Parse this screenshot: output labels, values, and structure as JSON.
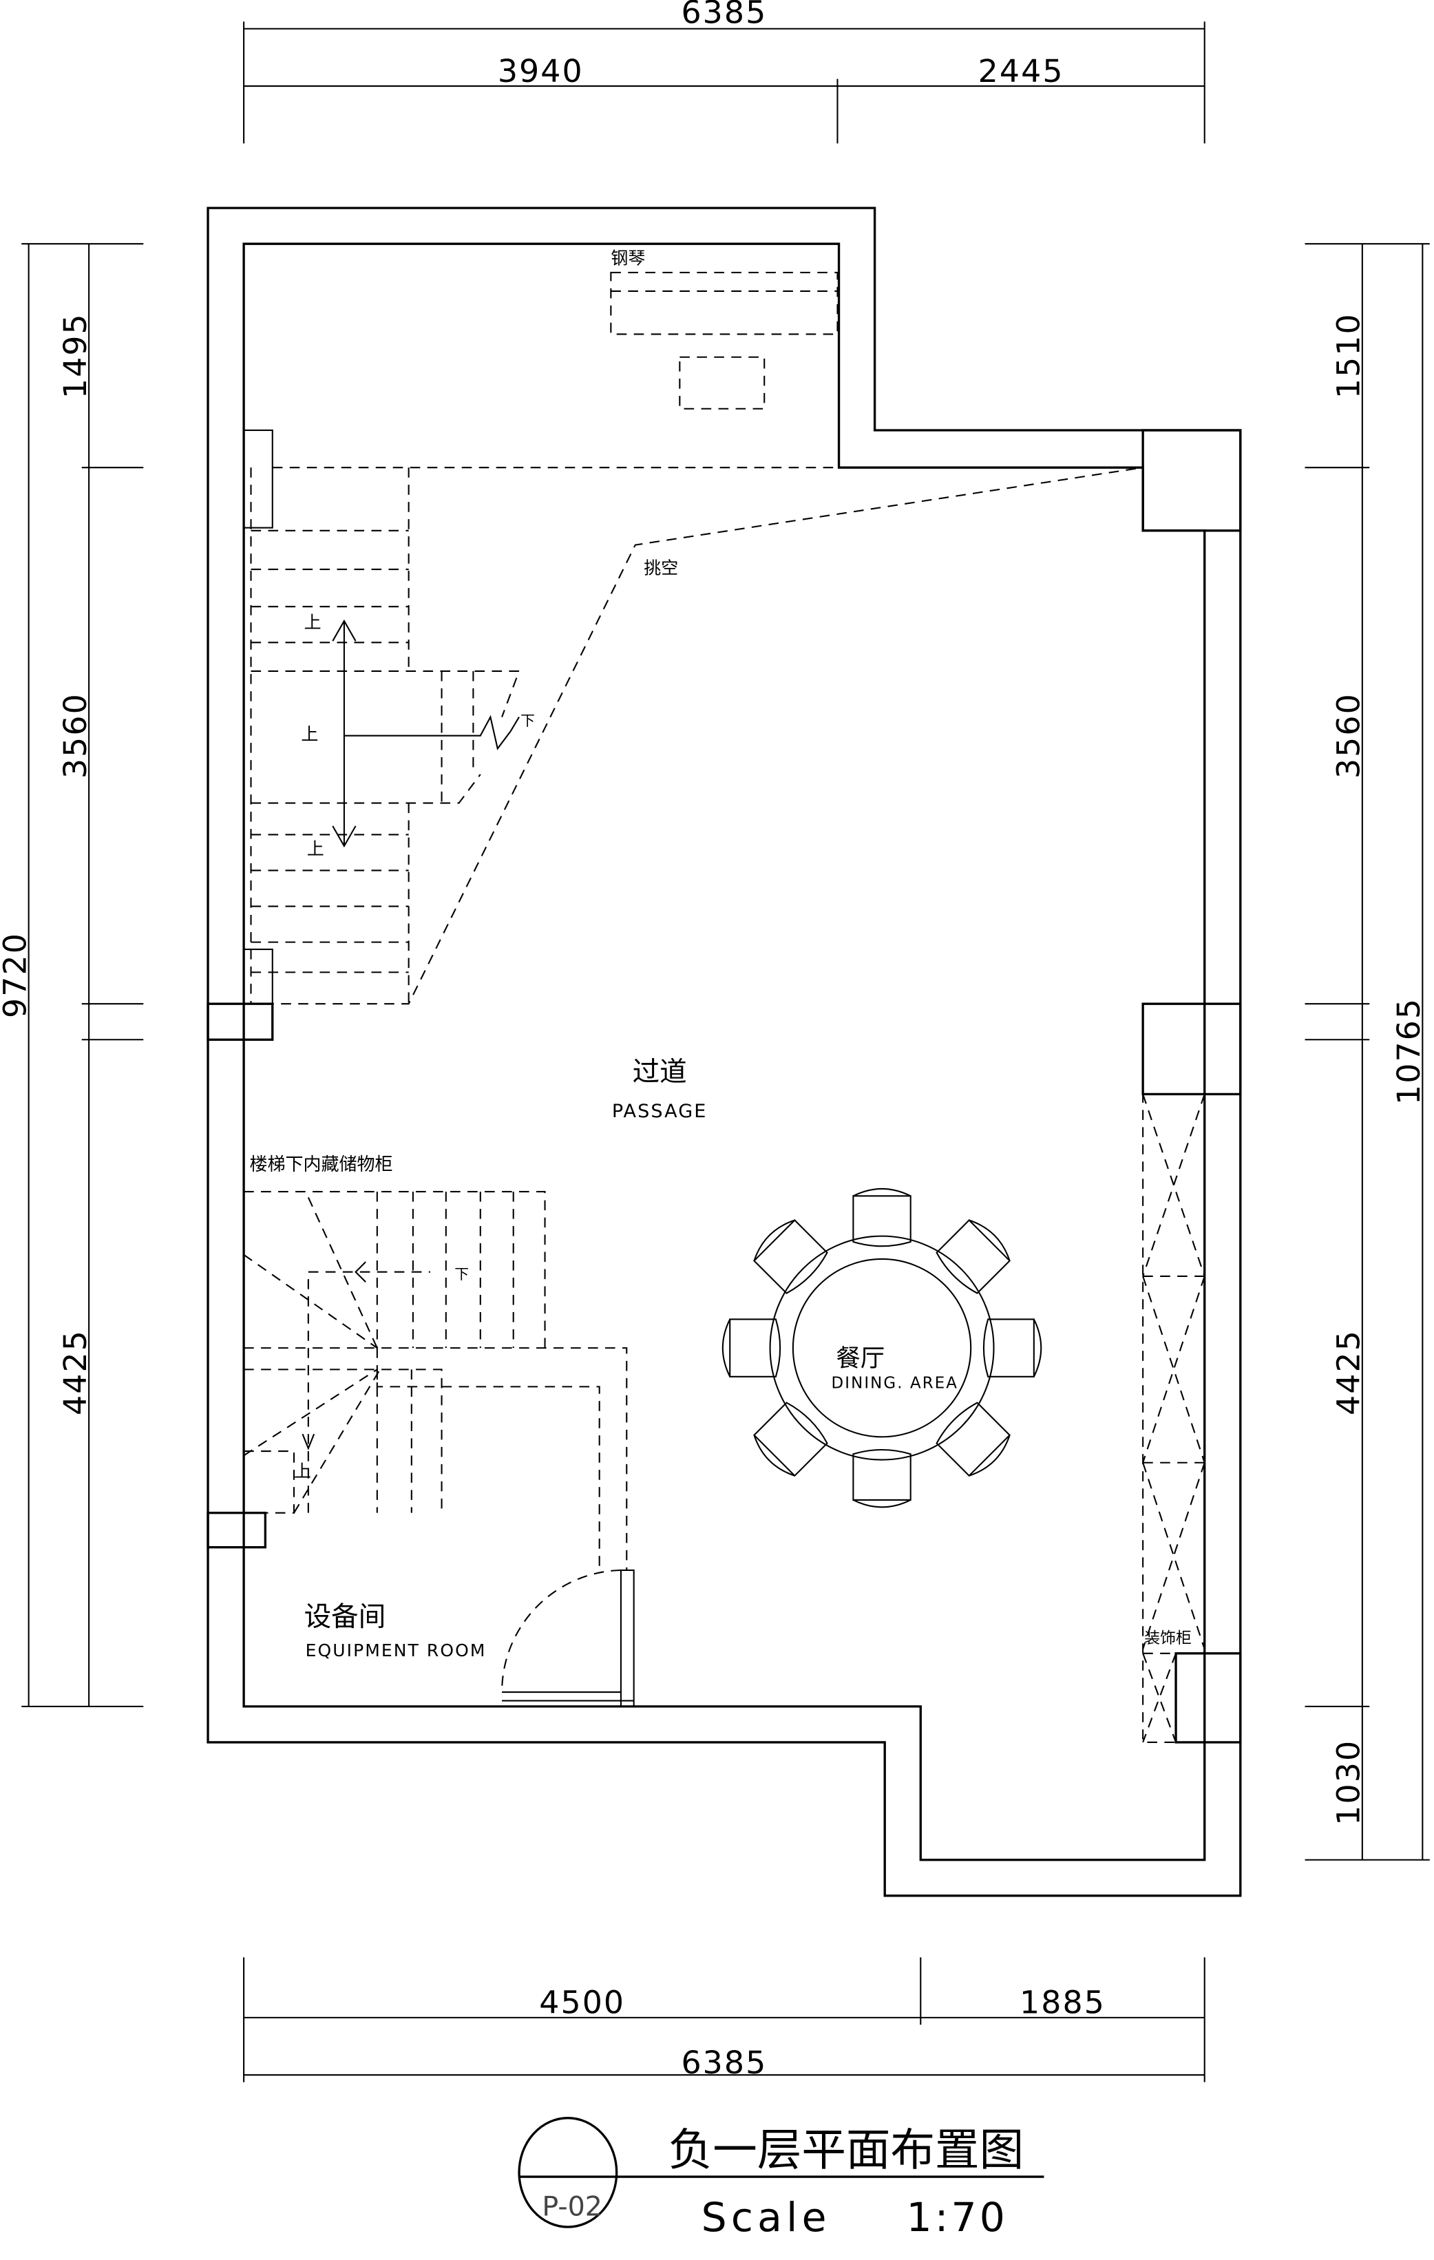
{
  "dimensions": {
    "top": {
      "total": "6385",
      "segments": [
        "3940",
        "2445"
      ]
    },
    "bottom": {
      "total": "6385",
      "segments": [
        "4500",
        "1885"
      ]
    },
    "left": {
      "total": "9720",
      "segments": [
        "1495",
        "3560",
        "4425"
      ]
    },
    "right": {
      "total": "10765",
      "segments": [
        "1510",
        "3560",
        "4425",
        "1030"
      ]
    }
  },
  "rooms": {
    "piano": "钢琴",
    "void": "挑空",
    "stairs_up_1": "上",
    "stairs_up_2": "上",
    "stairs_up_3": "上",
    "stairs_down_1": "下",
    "passage_cn": "过道",
    "passage_en": "PASSAGE",
    "storage": "楼梯下内藏储物柜",
    "stairs_down_2": "下",
    "stairs_up_4": "上",
    "dining_cn": "餐厅",
    "dining_en": "DINING. AREA",
    "equipment_cn": "设备间",
    "equipment_en": "EQUIPMENT ROOM",
    "cabinet": "装饰柜"
  },
  "title_block": {
    "title": "负一层平面布置图",
    "scale_label": "Scale",
    "scale_value": "1:70",
    "sheet": "P-02"
  }
}
